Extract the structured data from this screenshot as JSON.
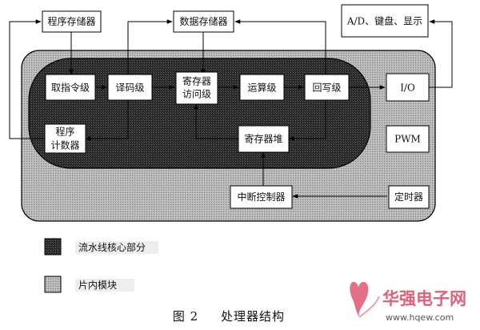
{
  "nodes": {
    "program_memory": "程序存储器",
    "data_memory": "数据存储器",
    "peripherals": "A/D、键盘、显示",
    "fetch": "取指令级",
    "decode": "译码级",
    "reg_access_1": "寄存器",
    "reg_access_2": "访问级",
    "execute": "运算级",
    "writeback": "回写级",
    "io": "I/O",
    "pc_1": "程序",
    "pc_2": "计数器",
    "register_file": "寄存器堆",
    "pwm": "PWM",
    "interrupt_controller": "中断控制器",
    "timer": "定时器"
  },
  "legend": {
    "pipeline_core": "流水线核心部分",
    "on_chip_module": "片内模块"
  },
  "caption": {
    "number": "图 2",
    "title": "处理器结构"
  },
  "watermark": {
    "brand": "华强电子网",
    "url": "www.hqew.com"
  },
  "colors": {
    "on_chip_fill": "#a9a9a9",
    "core_fill": "#303030",
    "box_fill": "#ffffff",
    "line": "#000000",
    "watermark": "#e0607a"
  }
}
